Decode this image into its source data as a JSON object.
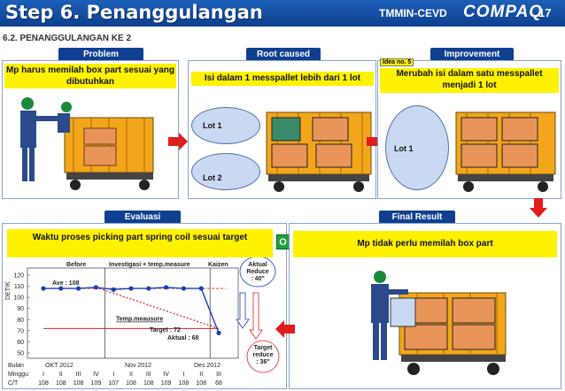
{
  "header": {
    "title": "Step 6. Penanggulangan",
    "org": "TMMIN-CEVD",
    "brand": "COMPAQ",
    "page_number": "17"
  },
  "section_title": "6.2. PENANGGULANGAN KE 2",
  "problem": {
    "tab": "Problem",
    "text": "Mp harus memilah box part sesuai yang dibutuhkan"
  },
  "root": {
    "tab": "Root caused",
    "text": "Isi dalam 1 messpallet lebih dari 1 lot",
    "lot1": "Lot 1",
    "lot2": "Lot 2"
  },
  "improvement": {
    "tab": "Improvement",
    "idea": "Idea no. 5",
    "text": "Merubah isi dalam satu messpallet menjadi 1 lot",
    "lot1": "Lot 1"
  },
  "evaluasi": {
    "tab": "Evaluasi",
    "title": "Waktu proses picking part spring coil sesuai target",
    "badge": "O"
  },
  "final": {
    "tab": "Final Result",
    "text": "Mp tidak perlu memilah box part"
  },
  "colors": {
    "header": "#0e3f91",
    "yellow": "#fef200",
    "avg": "#d62020",
    "target": "#d62020",
    "actual": "#1a3fb8",
    "measure": "#0d8d38"
  },
  "chart_data": {
    "type": "line",
    "ylabel": "DETIK",
    "ylim": [
      50,
      120
    ],
    "yticks": [
      50,
      60,
      70,
      80,
      90,
      100,
      110,
      120
    ],
    "periods": [
      "Before",
      "Investigasi + temp.measure",
      "Kaizen"
    ],
    "bulan": [
      "Bulan",
      "OKT 2012",
      "Nov 2012",
      "Des 2012"
    ],
    "minggu_label": "Minggu",
    "minggu": [
      "I",
      "II",
      "III",
      "IV",
      "I",
      "II",
      "III",
      "IV",
      "I",
      "II",
      "III"
    ],
    "ct_label": "C/T",
    "ct": [
      "108",
      "108",
      "108",
      "109",
      "107",
      "108",
      "108",
      "109",
      "108",
      "108",
      "68"
    ],
    "series": [
      {
        "name": "",
        "values": [
          108,
          108,
          108,
          109,
          107,
          108,
          108,
          109,
          108,
          108,
          68
        ]
      }
    ],
    "annotations": {
      "avg": "Ave : 108",
      "measure": "Temp.meausure",
      "target": "Target : 72",
      "actual": "Aktual : 68",
      "reduce": "Aktual Reduce : 40\"",
      "target_reduce": "Target reduce : 36\""
    }
  }
}
